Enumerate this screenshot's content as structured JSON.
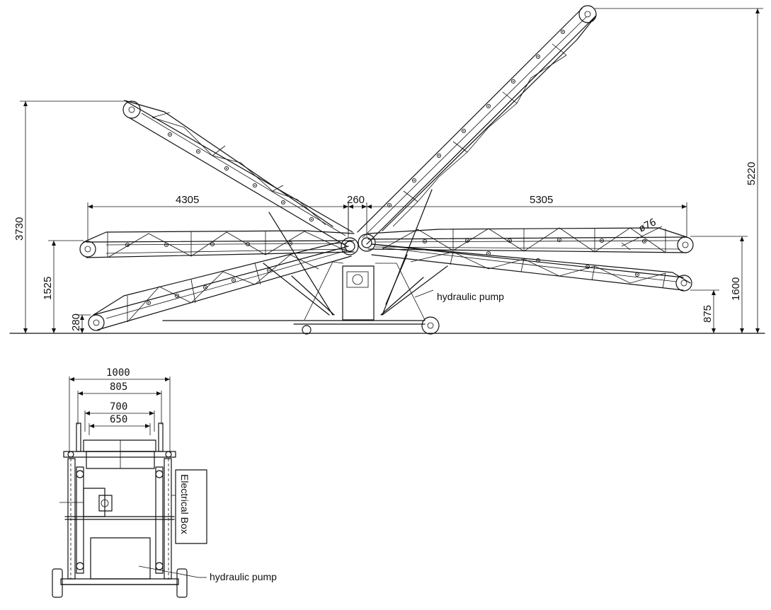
{
  "side_view": {
    "dimensions": {
      "left_length": "4305",
      "center_gap": "260",
      "right_length": "5305",
      "max_height": "5220",
      "left_raised_height": "3730",
      "left_mid_height": "1525",
      "left_low_height": "280",
      "right_mid_height": "1600",
      "right_low_height": "875",
      "roller_diameter": "ø76"
    },
    "labels": {
      "pump": "hydraulic pump"
    }
  },
  "front_view": {
    "dimensions": {
      "overall_width": "1000",
      "frame_width": "805",
      "belt_outer": "700",
      "belt_inner": "650"
    },
    "labels": {
      "electrical_box": "Electrical Box",
      "pump": "hydraulic pump"
    }
  },
  "colors": {
    "line": "#111111",
    "background": "#ffffff"
  }
}
